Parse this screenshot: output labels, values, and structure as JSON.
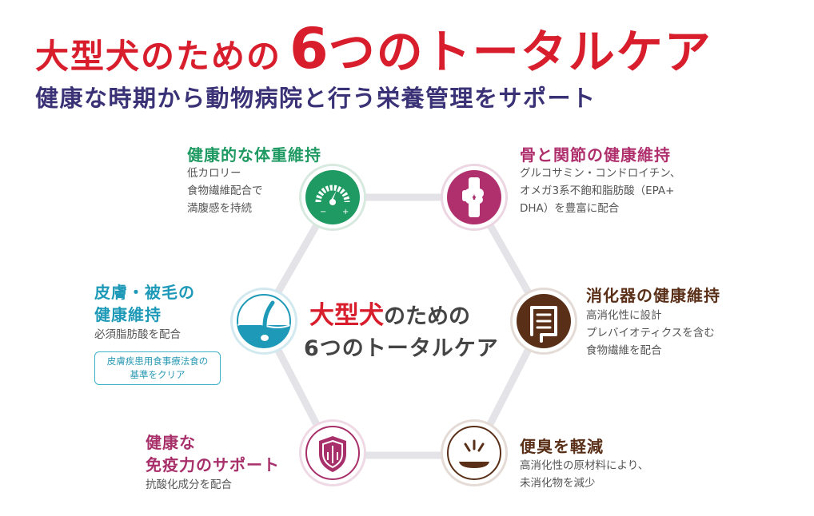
{
  "header": {
    "title_prefix": "大型犬のための",
    "title_number": "6",
    "title_suffix": "つのトータルケア",
    "subtitle": "健康な時期から動物病院と行う栄養管理をサポート"
  },
  "center": {
    "line1_highlight": "大型犬",
    "line1_rest": "のための",
    "line2": "6つのトータルケア"
  },
  "items": [
    {
      "heading": "健康的な体重維持",
      "lines": [
        "低カロリー",
        "食物繊維配合で",
        "満腹感を持続"
      ],
      "icon": "weight-gauge-icon",
      "color": "#1f9a62"
    },
    {
      "heading": "骨と関節の健康維持",
      "lines": [
        "グルコサミン・コンドロイチン、",
        "オメガ3系不飽和脂肪酸（EPA+",
        "DHA）を豊富に配合"
      ],
      "icon": "joint-icon",
      "color": "#b0306e"
    },
    {
      "heading_lines": [
        "皮膚・被毛の",
        "健康維持"
      ],
      "lines": [
        "必須脂肪酸を配合"
      ],
      "badge_lines": [
        "皮膚疾患用食事療法食の",
        "基準をクリア"
      ],
      "icon": "skin-hair-icon",
      "color": "#1e9ab8"
    },
    {
      "heading": "消化器の健康維持",
      "lines": [
        "高消化性に設計",
        "プレバイオティクスを含む",
        "食物繊維を配合"
      ],
      "icon": "intestine-icon",
      "color": "#5a2f18"
    },
    {
      "heading_lines": [
        "健康な",
        "免疫力のサポート"
      ],
      "lines": [
        "抗酸化成分を配合"
      ],
      "icon": "shield-icon",
      "color": "#a8306a"
    },
    {
      "heading": "便臭を軽減",
      "lines": [
        "高消化性の原材料により、",
        "未消化物を減少"
      ],
      "icon": "stool-odor-icon",
      "color": "#5a2f18"
    }
  ],
  "gauge_labels": {
    "minus": "−",
    "plus": "+"
  }
}
